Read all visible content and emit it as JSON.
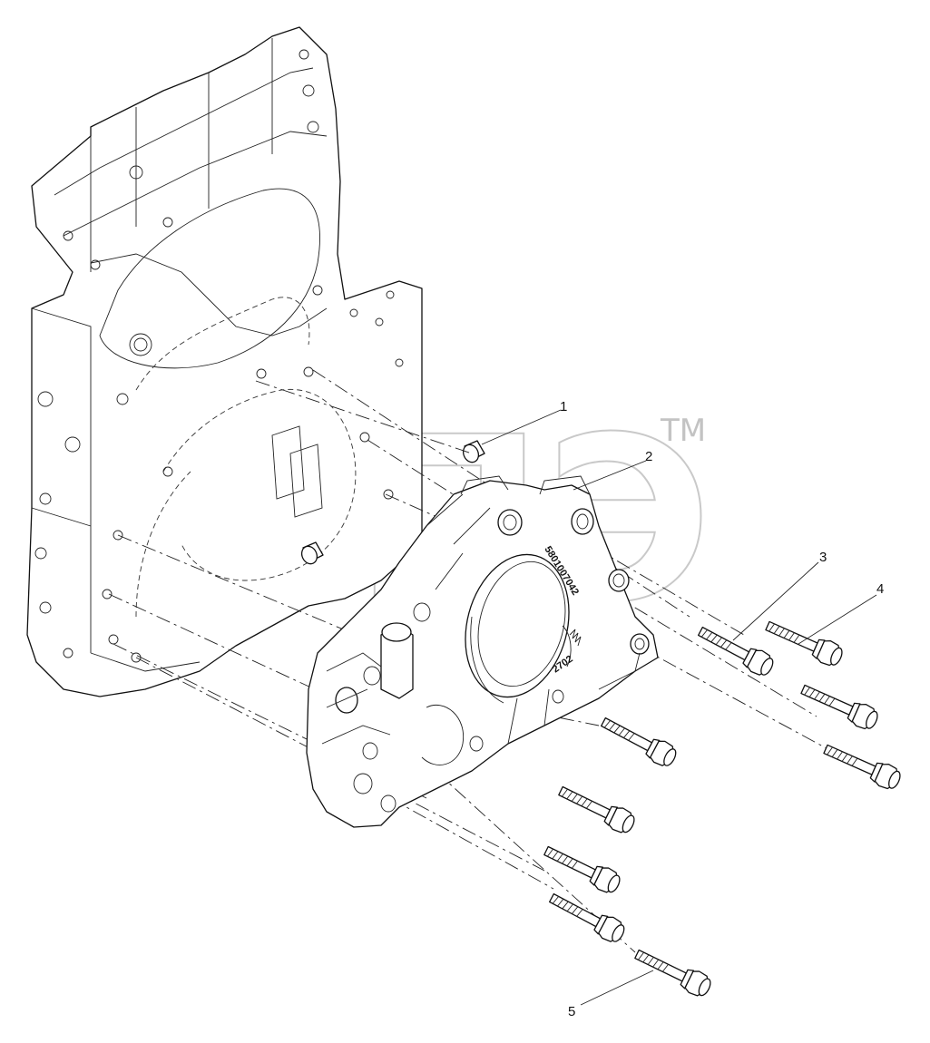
{
  "watermark": {
    "text": "ЭПЭ",
    "trademark": "TM"
  },
  "callouts": [
    {
      "id": "1",
      "label": "1"
    },
    {
      "id": "2",
      "label": "2"
    },
    {
      "id": "3",
      "label": "3"
    },
    {
      "id": "4",
      "label": "4"
    },
    {
      "id": "5",
      "label": "5"
    }
  ],
  "part_markings": {
    "part_number": "5801007042",
    "casting_code": "2702"
  }
}
